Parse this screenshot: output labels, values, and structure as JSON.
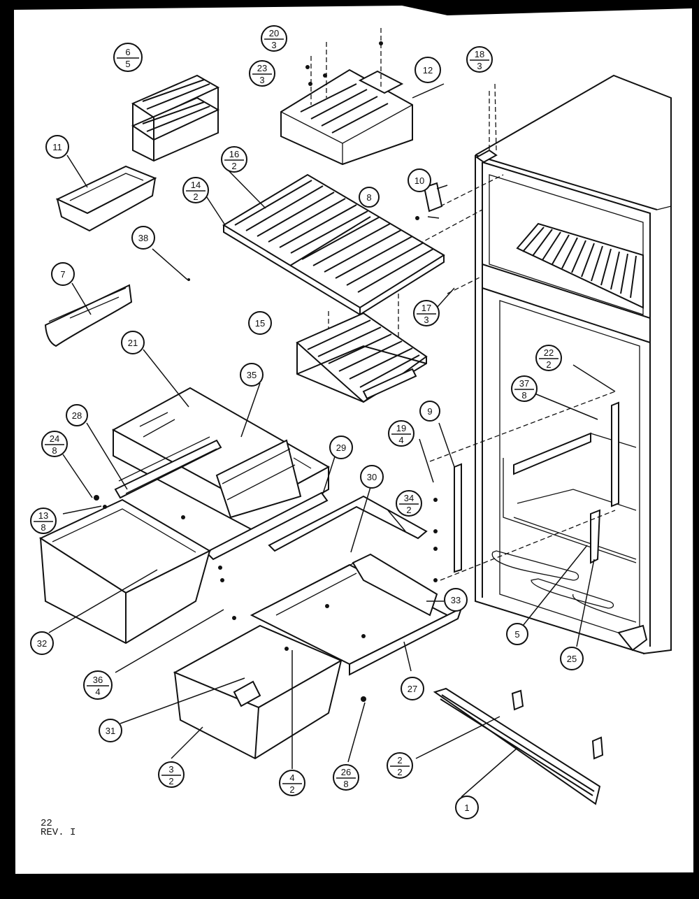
{
  "footer": {
    "line1": "22",
    "line2": "REV. I"
  },
  "callouts": [
    {
      "id": "c1",
      "label": "1"
    },
    {
      "id": "c2",
      "num": "2",
      "den": "2"
    },
    {
      "id": "c3",
      "num": "3",
      "den": "2"
    },
    {
      "id": "c4",
      "num": "4",
      "den": "2"
    },
    {
      "id": "c5",
      "label": "5"
    },
    {
      "id": "c6",
      "num": "6",
      "den": "5"
    },
    {
      "id": "c7",
      "label": "7"
    },
    {
      "id": "c8",
      "label": "8"
    },
    {
      "id": "c9",
      "label": "9"
    },
    {
      "id": "c10",
      "label": "10"
    },
    {
      "id": "c11",
      "label": "11"
    },
    {
      "id": "c12",
      "label": "12"
    },
    {
      "id": "c13",
      "num": "13",
      "den": "8"
    },
    {
      "id": "c14",
      "num": "14",
      "den": "2"
    },
    {
      "id": "c15",
      "label": "15"
    },
    {
      "id": "c16",
      "num": "16",
      "den": "2"
    },
    {
      "id": "c17",
      "num": "17",
      "den": "3"
    },
    {
      "id": "c18",
      "num": "18",
      "den": "3"
    },
    {
      "id": "c19",
      "num": "19",
      "den": "4"
    },
    {
      "id": "c20",
      "num": "20",
      "den": "3"
    },
    {
      "id": "c21",
      "label": "21"
    },
    {
      "id": "c22",
      "num": "22",
      "den": "2"
    },
    {
      "id": "c23",
      "num": "23",
      "den": "3"
    },
    {
      "id": "c24",
      "num": "24",
      "den": "8"
    },
    {
      "id": "c25",
      "label": "25"
    },
    {
      "id": "c26",
      "num": "26",
      "den": "8"
    },
    {
      "id": "c27",
      "label": "27"
    },
    {
      "id": "c28",
      "label": "28"
    },
    {
      "id": "c29",
      "label": "29"
    },
    {
      "id": "c30",
      "label": "30"
    },
    {
      "id": "c31",
      "label": "31"
    },
    {
      "id": "c32",
      "label": "32"
    },
    {
      "id": "c33",
      "label": "33"
    },
    {
      "id": "c34",
      "num": "34",
      "den": "2"
    },
    {
      "id": "c35",
      "label": "35"
    },
    {
      "id": "c36",
      "num": "36",
      "den": "4"
    },
    {
      "id": "c37",
      "num": "37",
      "den": "8"
    },
    {
      "id": "c38",
      "label": "38"
    }
  ]
}
